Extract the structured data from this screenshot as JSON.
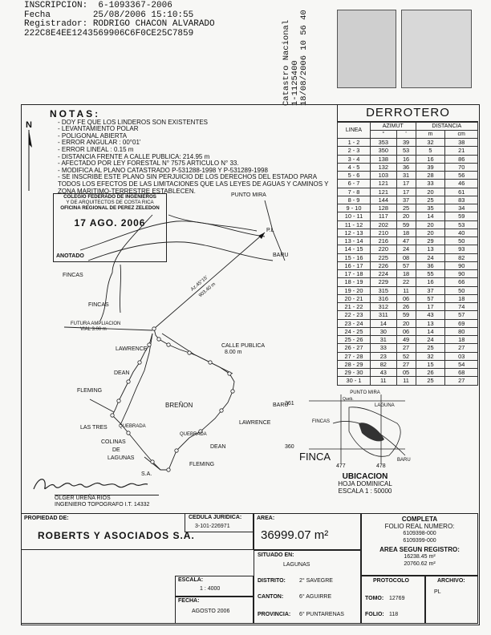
{
  "header": {
    "inscripcion": "INSCRIPCION:  6-1093367-2006",
    "fecha": "Fecha        25/08/2006 15:10:55",
    "registrador": "Registrador: RODRIGO CHACON ALVARADO",
    "hash": "222C8E4EE1243569906C6F0CE25C7859"
  },
  "catastro": {
    "line1": "Catastro Nacional",
    "line2": "1-1125400",
    "line3": "18/08/2006 10 56 40"
  },
  "notes": {
    "title": "NOTAS:",
    "items": [
      "DOY FE QUE LOS LINDEROS SON EXISTENTES",
      "LEVANTAMIENTO POLAR",
      "POLIGONAL ABIERTA",
      "ERROR ANGULAR : 00°01'",
      "ERROR LINEAL : 0.15 m",
      "DISTANCIA FRENTE A CALLE PUBLICA: 214.95 m",
      "AFECTADO POR LEY FORESTAL N° 7575 ARTICULO N° 33.",
      "MODIFICA AL PLANO CATASTRADO P-531288-1998 Y P-531289-1998",
      "SE INSCRIBE ESTE PLANO SIN PERJUICIO DE LOS DERECHOS DEL ESTADO PARA TODOS LOS EFECTOS DE LAS LIMITACIONES QUE LAS LEYES DE AGUAS Y CAMINOS Y ZONA MARITIMO-TERRESTRE ESTABLECEN."
    ]
  },
  "north": "N",
  "derrotero": {
    "title": "DERROTERO",
    "headers": [
      "LINEA",
      "AZIMUT",
      "DISTANCIA"
    ],
    "subheaders": [
      "",
      "°",
      "'",
      "m",
      "cm"
    ],
    "rows": [
      [
        "1 - 2",
        "353",
        "39",
        "32",
        "38"
      ],
      [
        "2 - 3",
        "350",
        "53",
        "5",
        "21"
      ],
      [
        "3 - 4",
        "138",
        "16",
        "16",
        "86"
      ],
      [
        "4 - 5",
        "132",
        "36",
        "39",
        "70"
      ],
      [
        "5 - 6",
        "103",
        "31",
        "28",
        "56"
      ],
      [
        "6 - 7",
        "121",
        "17",
        "33",
        "46"
      ],
      [
        "7 - 8",
        "121",
        "17",
        "20",
        "61"
      ],
      [
        "8 - 9",
        "144",
        "37",
        "25",
        "83"
      ],
      [
        "9 - 10",
        "128",
        "25",
        "35",
        "34"
      ],
      [
        "10 - 11",
        "117",
        "20",
        "14",
        "59"
      ],
      [
        "11 - 12",
        "202",
        "59",
        "20",
        "53"
      ],
      [
        "12 - 13",
        "210",
        "18",
        "20",
        "40"
      ],
      [
        "13 - 14",
        "216",
        "47",
        "29",
        "50"
      ],
      [
        "14 - 15",
        "220",
        "24",
        "13",
        "93"
      ],
      [
        "15 - 16",
        "225",
        "08",
        "24",
        "82"
      ],
      [
        "16 - 17",
        "226",
        "57",
        "36",
        "90"
      ],
      [
        "17 - 18",
        "224",
        "18",
        "55",
        "90"
      ],
      [
        "18 - 19",
        "229",
        "22",
        "16",
        "66"
      ],
      [
        "19 - 20",
        "315",
        "11",
        "37",
        "50"
      ],
      [
        "20 - 21",
        "316",
        "06",
        "57",
        "18"
      ],
      [
        "21 - 22",
        "312",
        "26",
        "17",
        "74"
      ],
      [
        "22 - 23",
        "311",
        "59",
        "43",
        "57"
      ],
      [
        "23 - 24",
        "14",
        "20",
        "13",
        "69"
      ],
      [
        "24 - 25",
        "30",
        "06",
        "14",
        "80"
      ],
      [
        "25 - 26",
        "31",
        "49",
        "24",
        "18"
      ],
      [
        "26 - 27",
        "33",
        "27",
        "25",
        "27"
      ],
      [
        "27 - 28",
        "23",
        "52",
        "32",
        "03"
      ],
      [
        "28 - 29",
        "82",
        "27",
        "15",
        "54"
      ],
      [
        "29 - 30",
        "43",
        "05",
        "26",
        "68"
      ],
      [
        "30 - 1",
        "11",
        "11",
        "25",
        "27"
      ]
    ]
  },
  "colegio": {
    "line1": "COLEGIO FEDERADO DE INGENIEROS",
    "line2": "Y DE ARQUITECTOS DE COSTA RICA",
    "line3": "OFICINA REGIONAL DE PEREZ ZELEDON",
    "date": "17 AGO. 2006",
    "anotado": "ANOTADO"
  },
  "plan": {
    "punto_mira": "PUNTO MIRA",
    "pl": "P.L",
    "baru1": "BARU",
    "fincas1": "FINCAS",
    "fincas2": "FINCAS",
    "azimut": "Az.45°15'",
    "dist": "903.40 m",
    "futura": "FUTURA AMPLIACION",
    "vial": "VIAL 3.00 m",
    "calle": "CALLE PUBLICA",
    "calle_w": "8.00 m",
    "lawrence1": "LAWRENCE",
    "dean1": "DEAN",
    "fleming1": "FLEMING",
    "breñon": "BREÑON",
    "baru2": "BARU",
    "lawrence2": "LAWRENCE",
    "quebrada1": "QUEBRADA",
    "quebrada2": "QUEBRADA",
    "las_tres": "LAS TRES",
    "colinas": "COLINAS",
    "de": "DE",
    "lagunas": "LAGUNAS",
    "sa": "S.A.",
    "dean2": "DEAN",
    "fleming2": "FLEMING"
  },
  "signer": {
    "signature": "Olger Ureña Ríos",
    "name": "OLGER UREÑA RIOS",
    "title": "INGENIERO TOPOGRAFO I.T. 14332"
  },
  "ubicacion": {
    "n361": "361",
    "n360": "360",
    "n477": "477",
    "n478": "478",
    "punto_mira": "PUNTO MIRA",
    "laguna": "LAGUNA",
    "fincas": "FINCAS",
    "baru": "BARU",
    "quebrada": "Queb.",
    "finca": "FINCA",
    "title": "UBICACION",
    "hoja": "HOJA DOMINICAL",
    "escala": "ESCALA 1 : 50000"
  },
  "table": {
    "propiedad_label": "PROPIEDAD DE:",
    "owner": "ROBERTS Y ASOCIADOS S.A.",
    "cedula_label": "CEDULA JURIDICA:",
    "cedula": "3-101-226971",
    "area_label": "AREA:",
    "area": "36999.07 m²",
    "completa": "COMPLETA",
    "folio_real": "FOLIO REAL NUMERO:",
    "folio1": "6109398-000",
    "folio2": "6109399-000",
    "area_reg_label": "AREA SEGUN REGISTRO:",
    "area_reg1": "16238.45 m²",
    "area_reg2": "20760.62 m²",
    "situado": "SITUADO EN:",
    "lagunas": "LAGUNAS",
    "distrito_label": "DISTRITO:",
    "distrito": "2° SAVEGRE",
    "canton_label": "CANTON:",
    "canton": "6° AGUIRRE",
    "provincia_label": "PROVINCIA:",
    "provincia": "6° PUNTARENAS",
    "escala_label": "ESCALA:",
    "escala": "1 : 4000",
    "fecha_label": "FECHA:",
    "fecha": "AGOSTO 2006",
    "protocolo_label": "PROTOCOLO",
    "tomo_label": "TOMO:",
    "tomo": "12769",
    "folio_label": "FOLIO:",
    "folio": "118",
    "archivo_label": "ARCHIVO:",
    "archivo": "PL"
  }
}
